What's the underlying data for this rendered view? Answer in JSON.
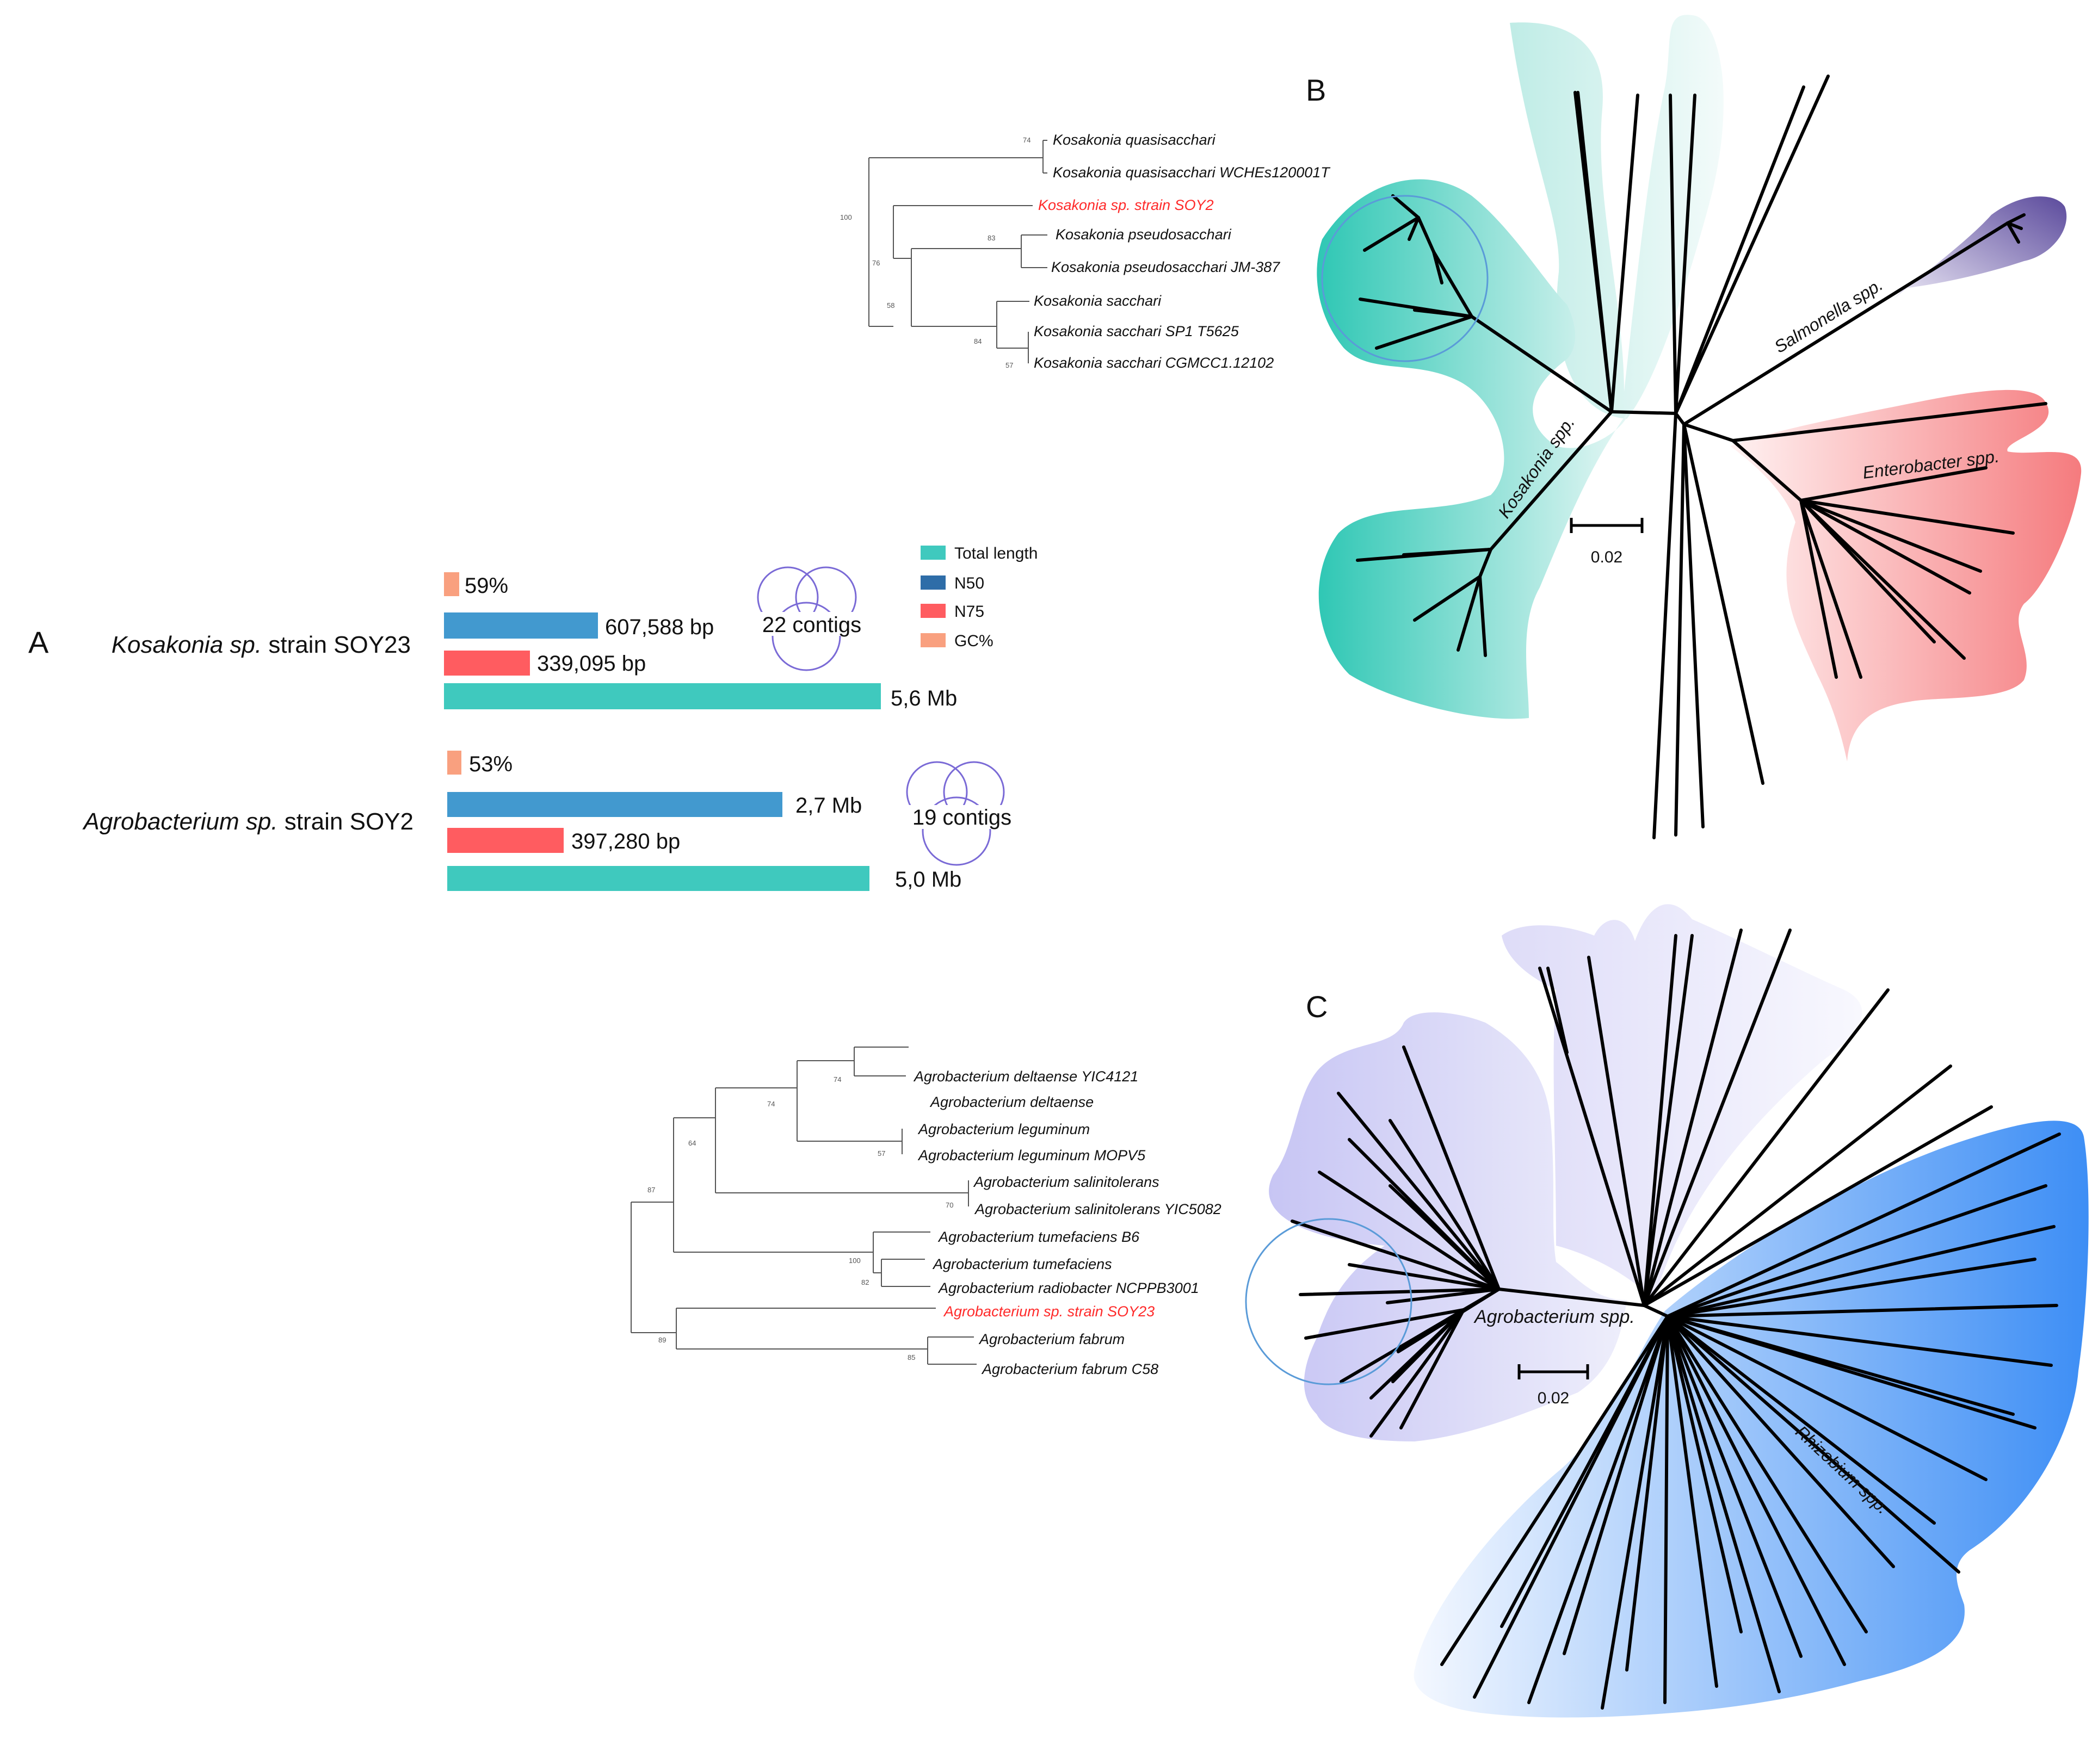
{
  "panels": {
    "a": "A",
    "b": "B",
    "c": "C"
  },
  "legend": {
    "total": "Total length",
    "n50": "N50",
    "n75": "N75",
    "gc": "GC%"
  },
  "colors": {
    "total": "#3fc9be",
    "n50": "#4299cf",
    "n75": "#ff5c60",
    "gc": "#f9a07f",
    "highlight": "#ff2a2a",
    "circle": "#5a9bd8",
    "contig": "#7a6ad6"
  },
  "genomes": [
    {
      "name_italic": "Kosakonia sp.",
      "name_rest": " strain SOY23",
      "gc_label": "59%",
      "n50_label": "607,588 bp",
      "n75_label": "339,095 bp",
      "total_label": "5,6 Mb",
      "contigs_label": "22 contigs",
      "gc_percent": 59,
      "n50_bp": 607588,
      "n75_bp": 339095,
      "total_mb": 5.6,
      "contigs": 22
    },
    {
      "name_italic": "Agrobacterium sp.",
      "name_rest": " strain SOY2",
      "gc_label": "53%",
      "n50_label": "2,7 Mb",
      "n75_label": "397,280 bp",
      "total_label": "5,0 Mb",
      "contigs_label": "19 contigs",
      "gc_percent": 53,
      "n50_mb": 2.7,
      "n75_bp": 397280,
      "total_mb": 5.0,
      "contigs": 19
    }
  ],
  "tree_b": {
    "taxa": [
      "Kosakonia quasisacchari",
      "Kosakonia quasisacchari WCHEs120001T",
      "Kosakonia sp. strain SOY2",
      "Kosakonia pseudosacchari",
      "Kosakonia pseudosacchari JM-387",
      "Kosakonia sacchari",
      "Kosakonia sacchari SP1 T5625",
      "Kosakonia sacchari CGMCC1.12102"
    ],
    "bootstrap": [
      "74",
      "100",
      "83",
      "76",
      "58",
      "84",
      "57"
    ],
    "clades": {
      "kosakonia": "Kosakonia spp.",
      "salmonella": "Salmonella spp.",
      "enterobacter": "Enterobacter spp."
    },
    "scale": "0.02"
  },
  "tree_c": {
    "taxa": [
      "Agrobacterium deltaense YIC4121",
      "Agrobacterium deltaense",
      "Agrobacterium leguminum",
      "Agrobacterium leguminum MOPV5",
      "Agrobacterium salinitolerans",
      "Agrobacterium salinitolerans YIC5082",
      "Agrobacterium tumefaciens B6",
      "Agrobacterium tumefaciens",
      "Agrobacterium radiobacter NCPPB3001",
      "Agrobacterium sp. strain SOY23",
      "Agrobacterium fabrum",
      "Agrobacterium fabrum C58"
    ],
    "bootstrap": [
      "74",
      "74",
      "64",
      "57",
      "87",
      "70",
      "100",
      "82",
      "89",
      "85"
    ],
    "clades": {
      "agrobacterium": "Agrobacterium spp.",
      "rhizobium": "Rhizobium spp."
    },
    "scale": "0.02"
  }
}
